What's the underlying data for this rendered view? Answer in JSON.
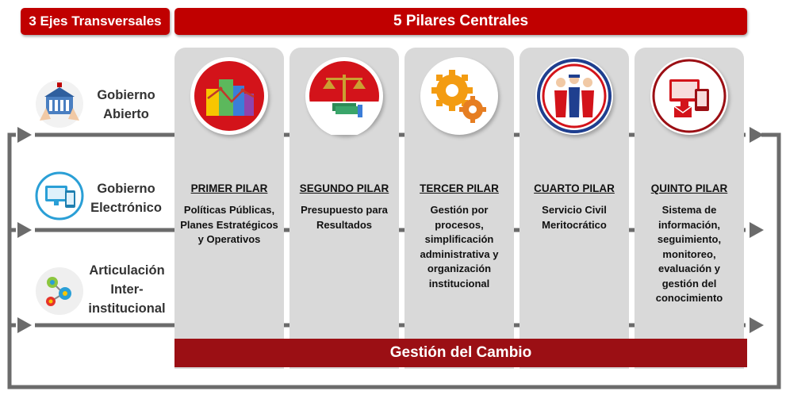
{
  "headers": {
    "ejes": "3 Ejes Transversales",
    "pilares": "5 Pilares Centrales"
  },
  "axes": [
    {
      "label": "Gobierno Abierto",
      "icon": "government-building-icon"
    },
    {
      "label": "Gobierno Electrónico",
      "icon": "devices-icon"
    },
    {
      "label": "Articulación Inter-institucional",
      "icon": "network-nodes-icon"
    }
  ],
  "pillars": [
    {
      "title": "PRIMER PILAR",
      "desc": "Políticas Públicas, Planes Estratégicos y Operativos",
      "icon": "buildings-chart-icon"
    },
    {
      "title": "SEGUNDO PILAR",
      "desc": "Presupuesto para Resultados",
      "icon": "scales-money-icon"
    },
    {
      "title": "TERCER PILAR",
      "desc": "Gestión por procesos, simplificación administrativa y organización institucional",
      "icon": "gears-icon"
    },
    {
      "title": "CUARTO PILAR",
      "desc": "Servicio Civil Meritocrático",
      "icon": "people-icon"
    },
    {
      "title": "QUINTO PILAR",
      "desc": "Sistema de información, seguimiento, monitoreo, evaluación y gestión del conocimiento",
      "icon": "monitor-tablet-icon"
    }
  ],
  "bottom_bar": "Gestión del Cambio",
  "colors": {
    "header_red": "#c00000",
    "bottom_bar_red": "#9b0f14",
    "pillar_gray": "#d9d9d9",
    "arrow_gray": "#6b6b6b"
  }
}
